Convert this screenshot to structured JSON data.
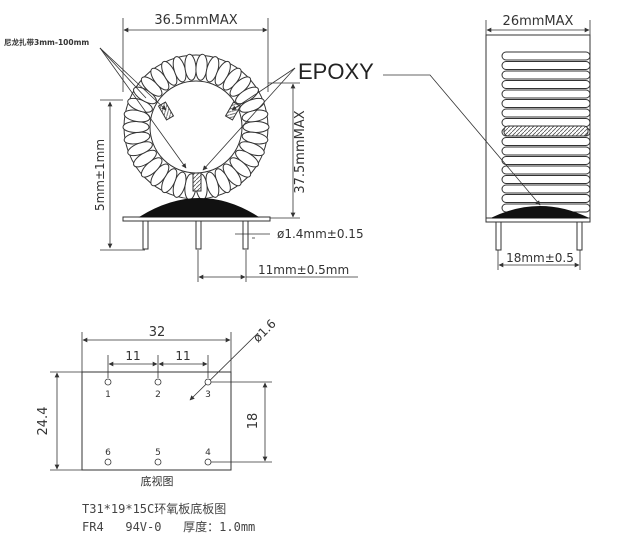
{
  "front_view": {
    "width_label": "36.5mmMAX",
    "height_label": "37.5mmMAX",
    "lead_length_label": "5mm±1mm",
    "pin_diameter_label": "ø1.4mm±0.15",
    "pin_spacing_label": "11mm±0.5mm",
    "tie_label": "尼龙扎带3mm-100mm",
    "epoxy_label": "EPOXY"
  },
  "side_view": {
    "width_label": "26mmMAX",
    "pin_spacing_label": "18mm±0.5"
  },
  "bottom_view": {
    "width_label": "32",
    "height_label": "24.4",
    "pitch_a_label": "11",
    "pitch_b_label": "11",
    "row_spacing_label": "18",
    "hole_diameter_label": "ø1.6",
    "pins": [
      "1",
      "2",
      "3",
      "6",
      "5",
      "4"
    ],
    "view_caption": "底视图"
  },
  "caption": {
    "line1": "T31*19*15C环氧板底板图",
    "line2": "FR4   94V-0   厚度：1.0mm"
  }
}
